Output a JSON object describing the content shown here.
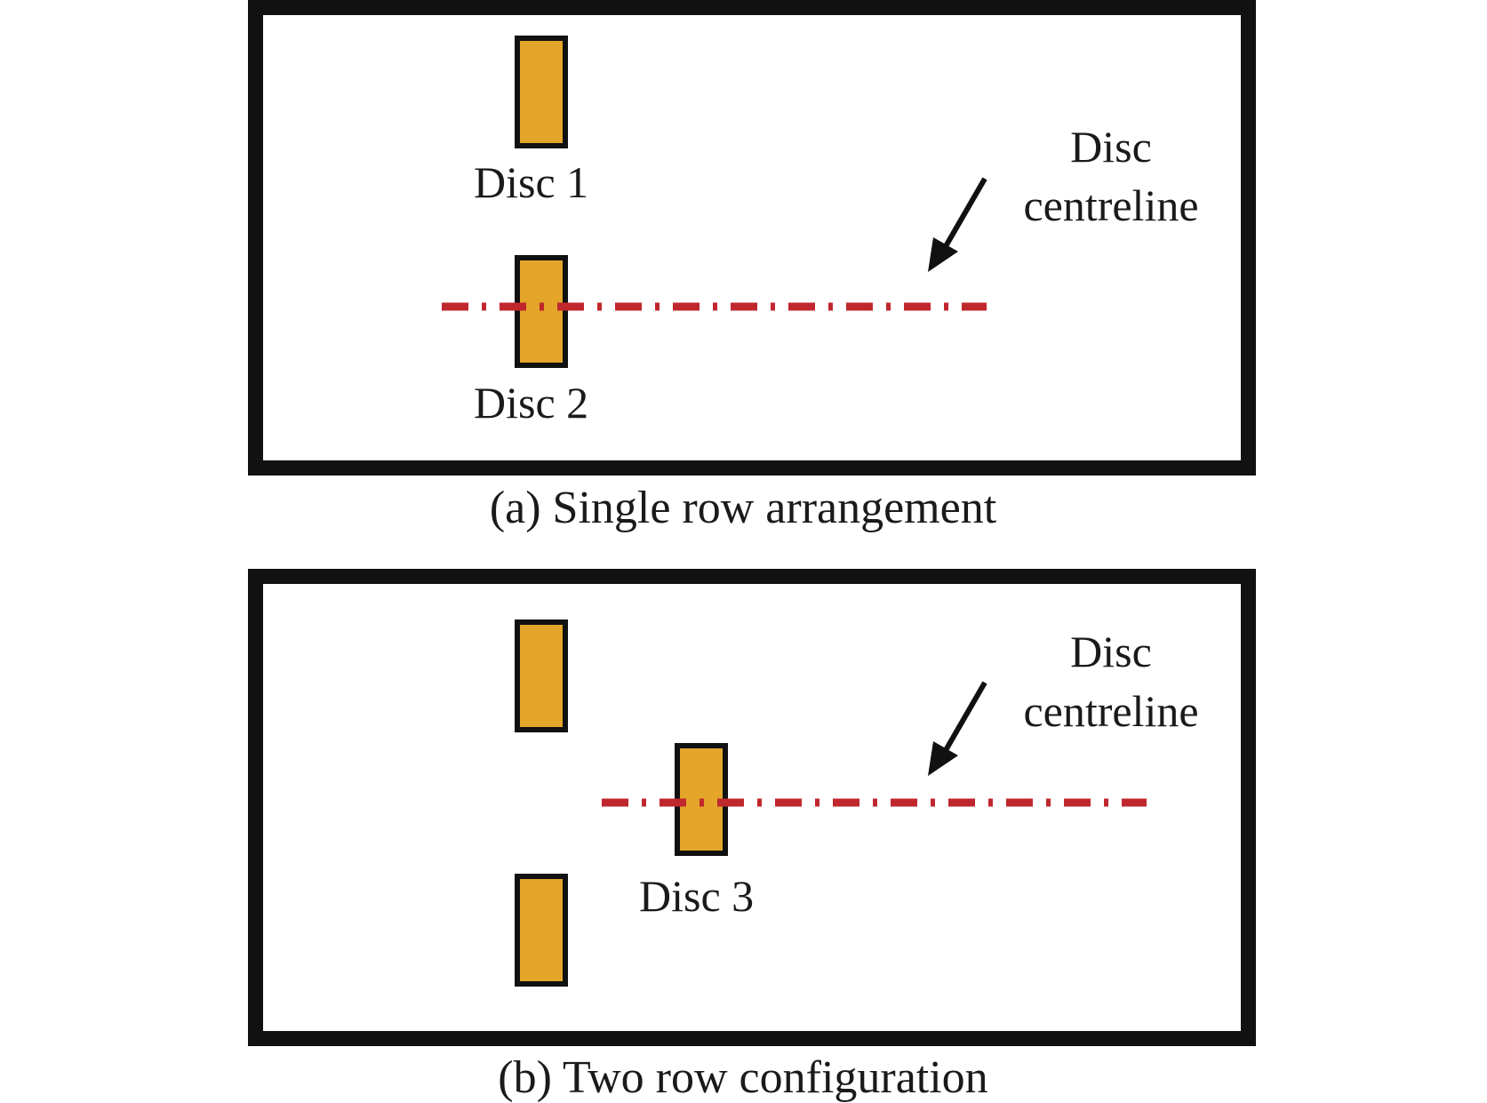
{
  "colors": {
    "frame": "#111111",
    "disc_fill": "#e3a52a",
    "disc_border": "#111111",
    "centreline": "#c0272d",
    "arrow": "#111111",
    "text": "#1a1a1a"
  },
  "panel_a": {
    "caption": "(a) Single row arrangement",
    "disc_1_label": "Disc 1",
    "disc_2_label": "Disc 2",
    "centreline_label_line1": "Disc",
    "centreline_label_line2": "centreline"
  },
  "panel_b": {
    "caption": "(b) Two row configuration",
    "disc_3_label": "Disc 3",
    "centreline_label_line1": "Disc",
    "centreline_label_line2": "centreline"
  }
}
